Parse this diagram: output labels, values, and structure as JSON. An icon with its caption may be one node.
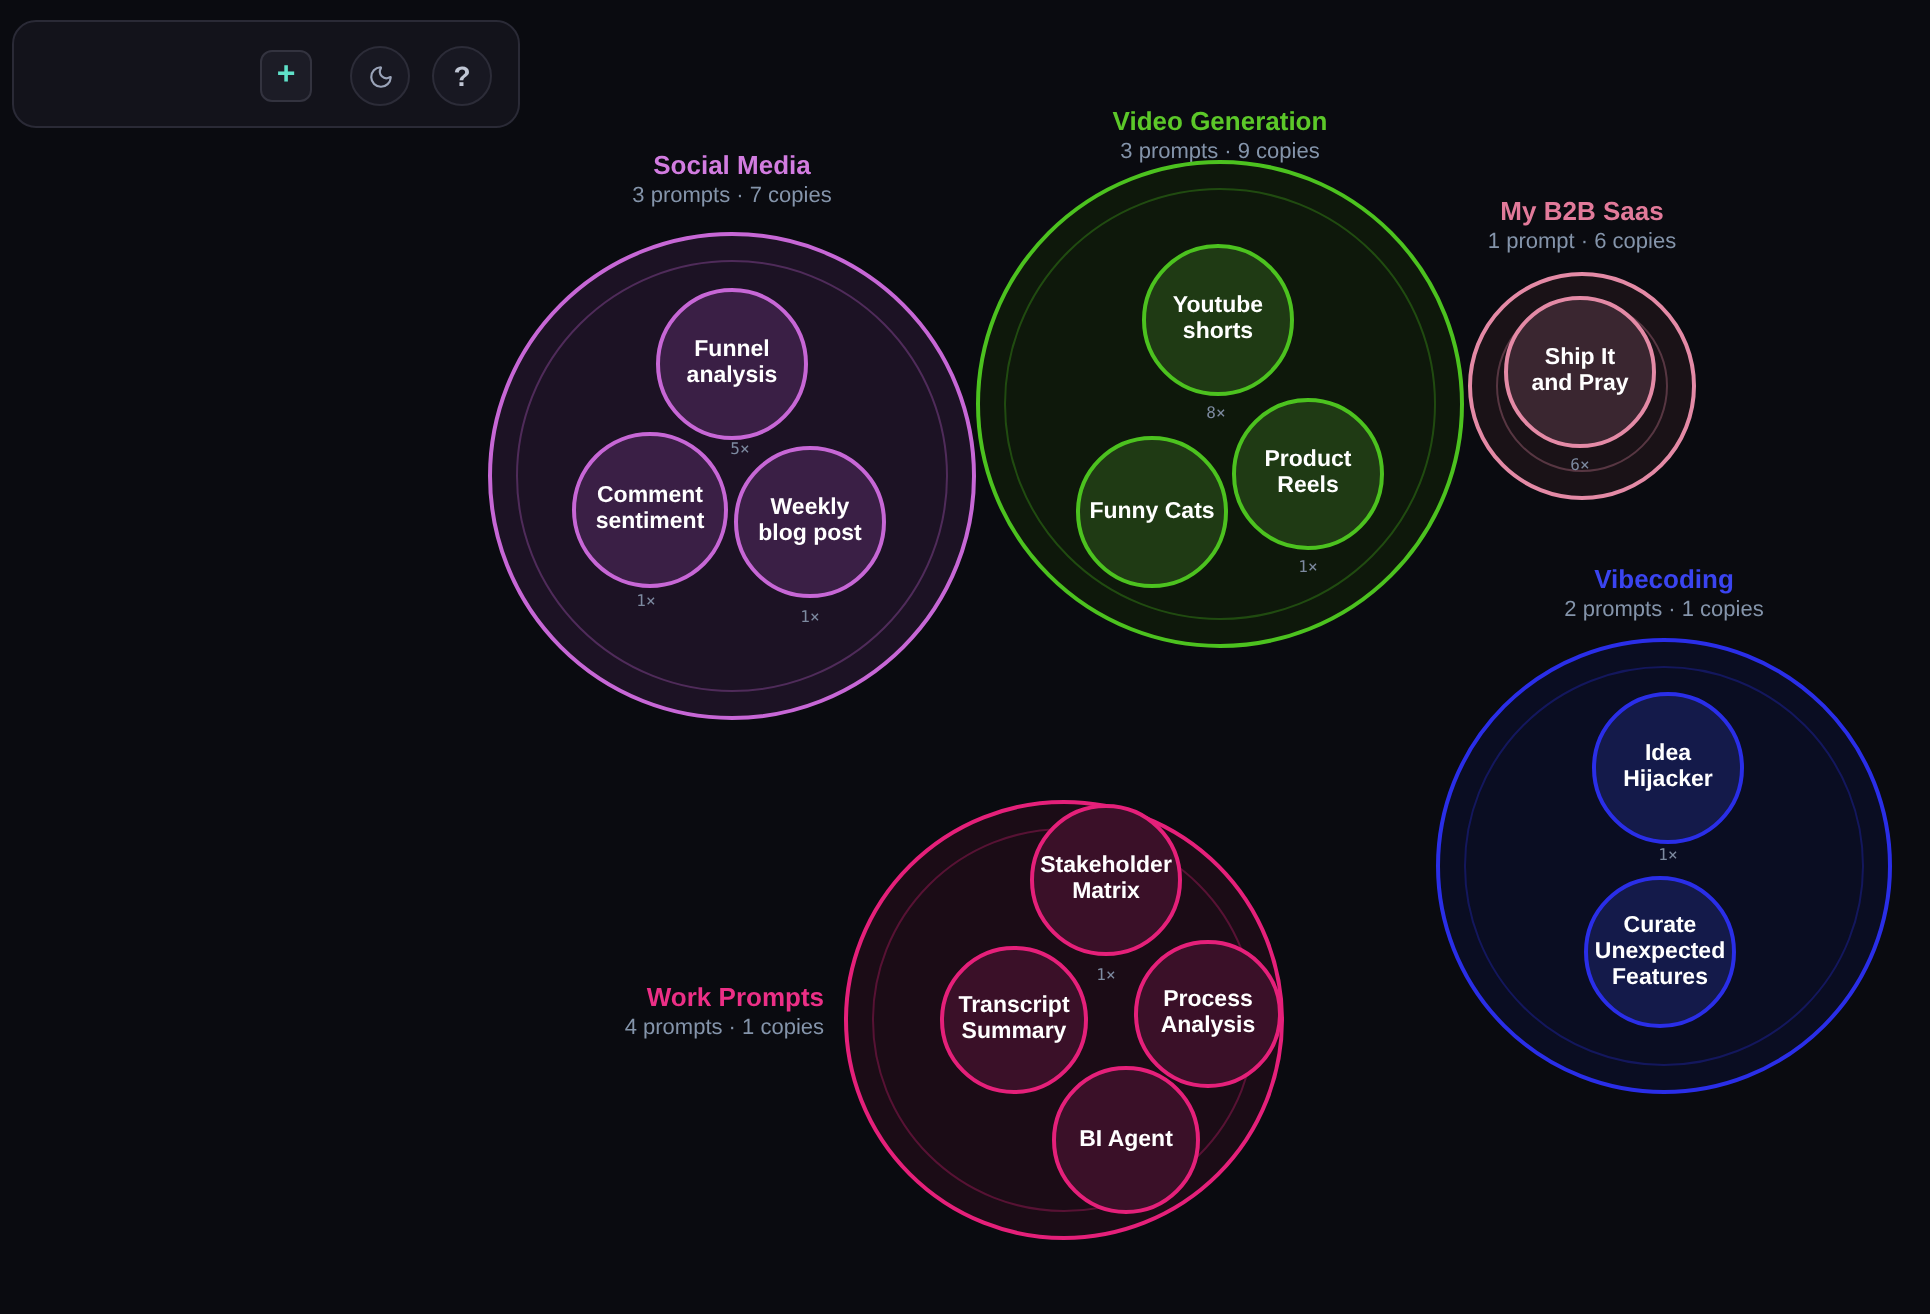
{
  "diagram": {
    "nodes": [
      {
        "text": [
          "Social Media",
          "3 prompts · 7 copies"
        ]
      },
      {
        "text": [
          "Funnel analysis"
        ],
        "in": 0,
        "beside": [
          "5×"
        ]
      },
      {
        "text": [
          "Comment sentiment"
        ],
        "in": 0,
        "beside": [
          "1×"
        ]
      },
      {
        "text": [
          "Weekly blog post"
        ],
        "in": 0,
        "beside": [
          "1×"
        ]
      },
      {
        "text": [
          "Video Generation",
          "3 prompts · 9 copies"
        ]
      },
      {
        "text": [
          "Youtube shorts"
        ],
        "in": 4,
        "beside": [
          "8×"
        ]
      },
      {
        "text": [
          "Funny Cats"
        ],
        "in": 4
      },
      {
        "text": [
          "Product Reels"
        ],
        "in": 4,
        "beside": [
          "1×"
        ]
      },
      {
        "text": [
          "My B2B Saas",
          "1 prompt · 6 copies"
        ]
      },
      {
        "text": [
          "Ship It and Pray"
        ],
        "in": 8,
        "beside": [
          "6×"
        ]
      },
      {
        "text": [
          "Vibecoding",
          "2 prompts · 1 copies"
        ]
      },
      {
        "text": [
          "Idea Hijacker"
        ],
        "in": 10,
        "beside": [
          "1×"
        ]
      },
      {
        "text": [
          "Curate Unexpected Features"
        ],
        "in": 10
      },
      {
        "text": [
          "Work Prompts",
          "4 prompts · 1 copies"
        ]
      },
      {
        "text": [
          "Stakeholder Matrix"
        ],
        "in": 13,
        "beside": [
          "1×"
        ]
      },
      {
        "text": [
          "Transcript Summary"
        ],
        "in": 13
      },
      {
        "text": [
          "Process Analysis"
        ],
        "in": 13
      },
      {
        "text": [
          "BI Agent"
        ],
        "in": 13
      }
    ],
    "labels": [
      "+",
      "?"
    ]
  }
}
